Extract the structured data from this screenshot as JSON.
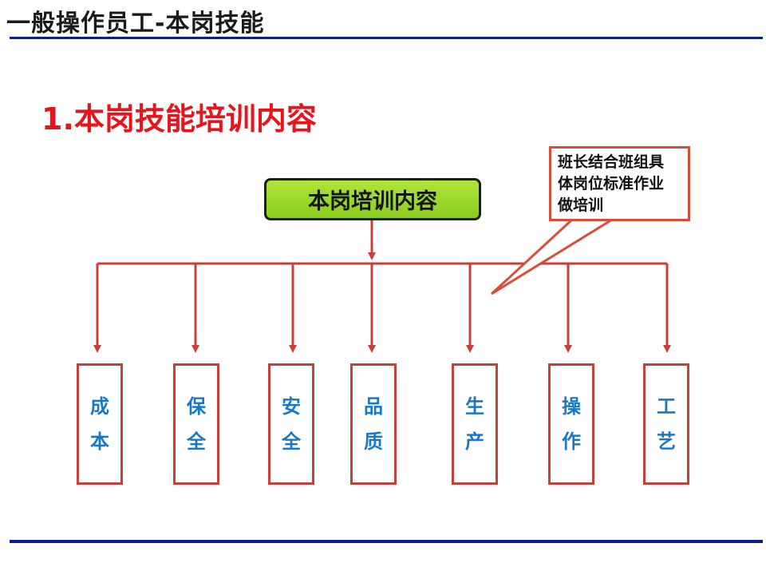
{
  "header": {
    "title": "一般操作员工-本岗技能"
  },
  "section": {
    "title": "1.本岗技能培训内容"
  },
  "diagram": {
    "root": "本岗培训内容",
    "callout_lines": [
      "班长结合班组具",
      "体岗位标准作业",
      "做培训"
    ],
    "leaves": [
      {
        "top": "成",
        "bottom": "本"
      },
      {
        "top": "保",
        "bottom": "全"
      },
      {
        "top": "安",
        "bottom": "全"
      },
      {
        "top": "品",
        "bottom": "质"
      },
      {
        "top": "生",
        "bottom": "产"
      },
      {
        "top": "操",
        "bottom": "作"
      },
      {
        "top": "工",
        "bottom": "艺"
      }
    ]
  },
  "colors": {
    "rule": "#0c1f8f",
    "section_title": "#e8141c",
    "connector": "#c9403a",
    "leaf_text": "#1878c8",
    "root_fill": "#9ad62a"
  }
}
